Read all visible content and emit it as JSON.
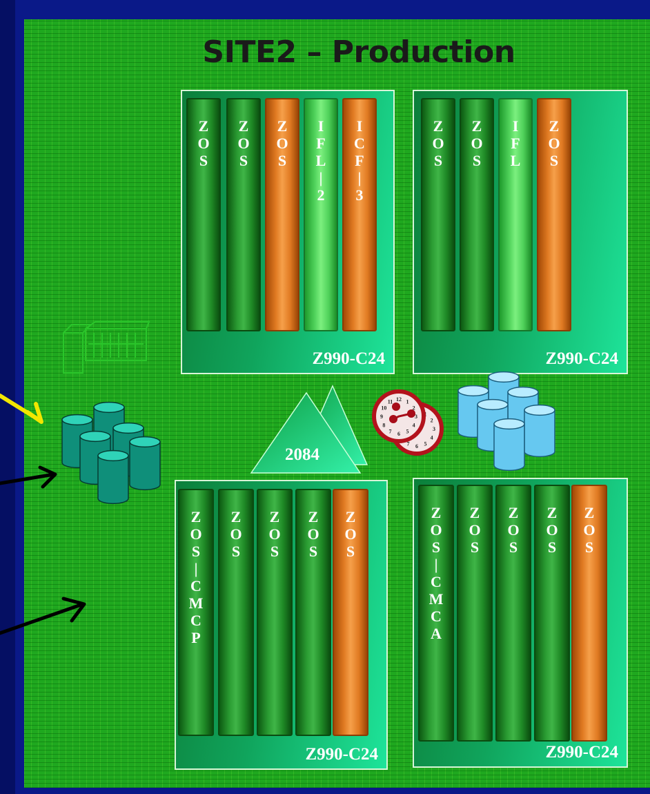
{
  "title": "SITE2 – Production",
  "colors": {
    "background": "#0a1988",
    "panel": "#1fa81f",
    "dark_pillar": "#2a9b32",
    "orange_pillar": "#e07a22",
    "light_pillar": "#4fd15a"
  },
  "processors": [
    {
      "label": "Z990-C24",
      "engines": [
        {
          "text": "ZOS",
          "kind": "dark"
        },
        {
          "text": "ZOS",
          "kind": "dark"
        },
        {
          "text": "ZOS",
          "kind": "orange"
        },
        {
          "text": "IFL|2",
          "kind": "light"
        },
        {
          "text": "ICF|3",
          "kind": "orange"
        }
      ]
    },
    {
      "label": "Z990-C24",
      "engines": [
        {
          "text": "ZOS",
          "kind": "dark"
        },
        {
          "text": "ZOS",
          "kind": "dark"
        },
        {
          "text": "IFL",
          "kind": "light"
        },
        {
          "text": "ZOS",
          "kind": "orange"
        }
      ]
    },
    {
      "label": "Z990-C24",
      "engines": [
        {
          "text": "ZOS|CMCP",
          "kind": "dark"
        },
        {
          "text": "ZOS",
          "kind": "dark"
        },
        {
          "text": "ZOS",
          "kind": "dark"
        },
        {
          "text": "ZOS",
          "kind": "dark"
        },
        {
          "text": "ZOS",
          "kind": "orange"
        }
      ]
    },
    {
      "label": "Z990-C24",
      "engines": [
        {
          "text": "ZOS|CMCA",
          "kind": "dark"
        },
        {
          "text": "ZOS",
          "kind": "dark"
        },
        {
          "text": "ZOS",
          "kind": "dark"
        },
        {
          "text": "ZOS",
          "kind": "dark"
        },
        {
          "text": "ZOS",
          "kind": "orange"
        }
      ]
    }
  ],
  "director": {
    "label": "2084"
  },
  "clock": {
    "numerals": [
      "12",
      "1",
      "2",
      "3",
      "4",
      "5",
      "6",
      "7",
      "8",
      "9",
      "10",
      "11"
    ]
  },
  "icons": {
    "storage_left": "dasd-cylinders-teal-icon",
    "storage_right": "dasd-cylinders-blue-icon",
    "tape": "tape-library-icon",
    "clock": "sysplex-timer-icon",
    "arrows": "connection-arrow-icon"
  }
}
